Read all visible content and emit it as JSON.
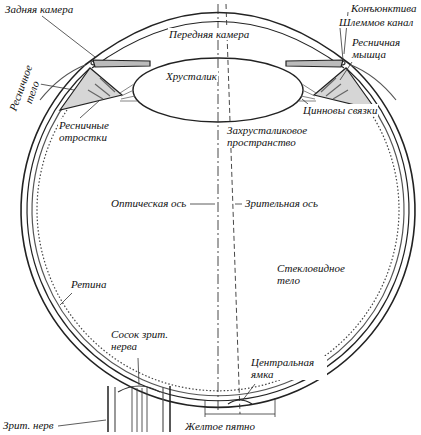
{
  "diagram": {
    "labels": [
      "Задняя камера",
      "Передняя камера",
      "Конъюнктива",
      "Шлеммов канал",
      "Ресничное тело",
      "Хрусталик",
      "Ресничная мышца",
      "Ресничные отростки",
      "Цинновы связки",
      "Захрусталиковое пространство",
      "Оптическая ось",
      "Зрительная ось",
      "Стекловидное тело",
      "Ретина",
      "Сосок зрит. нерва",
      "Центральная ямка",
      "Зрит. нерв",
      "Желтое пятно"
    ]
  }
}
